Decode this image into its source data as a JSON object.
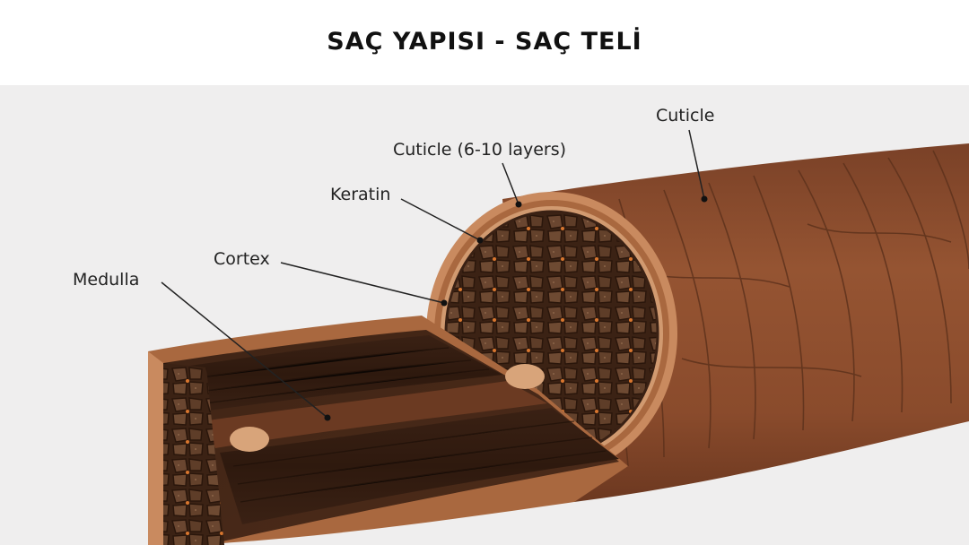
{
  "title": "SAÇ YAPISI - SAÇ TELİ",
  "colors": {
    "background": "#efeeee",
    "cuticle_outer": "#8a4d2e",
    "cuticle_rim": "#c98a5f",
    "cortex_dark": "#4a2a1a",
    "medulla": "#6b3a22",
    "orange_fill": "#d8762e"
  },
  "labels": {
    "cuticle": "Cuticle",
    "cuticle_layers": "Cuticle (6-10 layers)",
    "keratin": "Keratin",
    "cortex": "Cortex",
    "medulla": "Medulla"
  }
}
